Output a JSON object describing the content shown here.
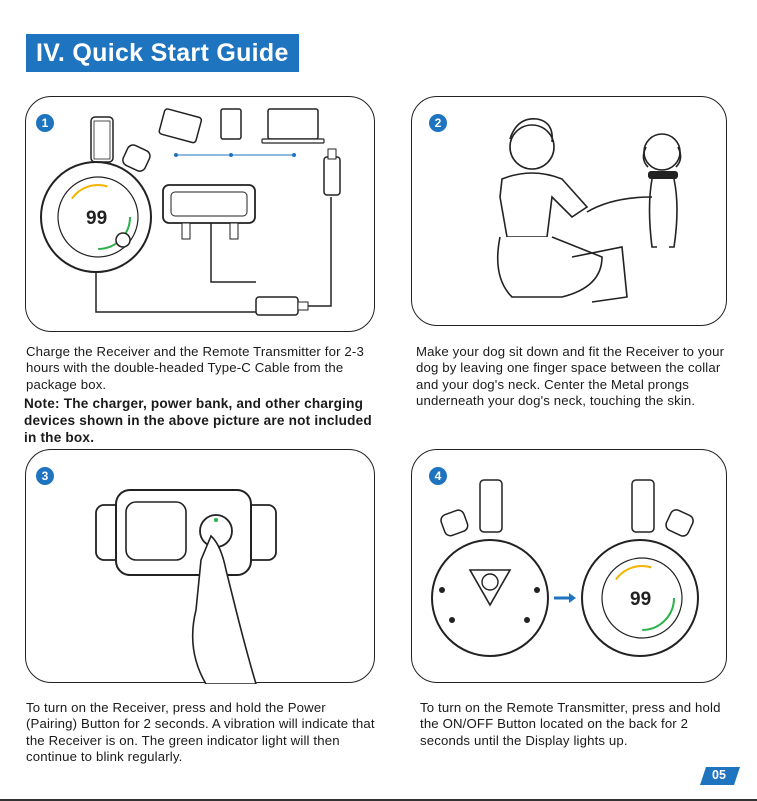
{
  "title": "IV. Quick Start Guide",
  "steps": [
    {
      "number": "1",
      "caption": "Charge the Receiver and the Remote Transmitter for 2-3 hours with the double-headed Type-C Cable from the package box.",
      "note": "Note: The charger, power bank, and other charging devices shown in the above picture are not included in the box."
    },
    {
      "number": "2",
      "caption": "Make your dog sit down and fit the Receiver to your dog by leaving one finger space between the collar and your dog's neck. Center the Metal prongs underneath your dog's neck, touching the skin."
    },
    {
      "number": "3",
      "caption": "To turn on the Receiver, press and hold the Power (Pairing) Button for 2 seconds. A vibration will indicate that the Receiver is on. The green indicator light will then continue to blink regularly."
    },
    {
      "number": "4",
      "caption": "To turn on the Remote Transmitter, press and hold the ON/OFF Button located on the back for 2 seconds until the Display lights up."
    }
  ],
  "display_reading": "99",
  "page_number": "05",
  "colors": {
    "accent": "#1f74c0",
    "outline": "#222222"
  }
}
